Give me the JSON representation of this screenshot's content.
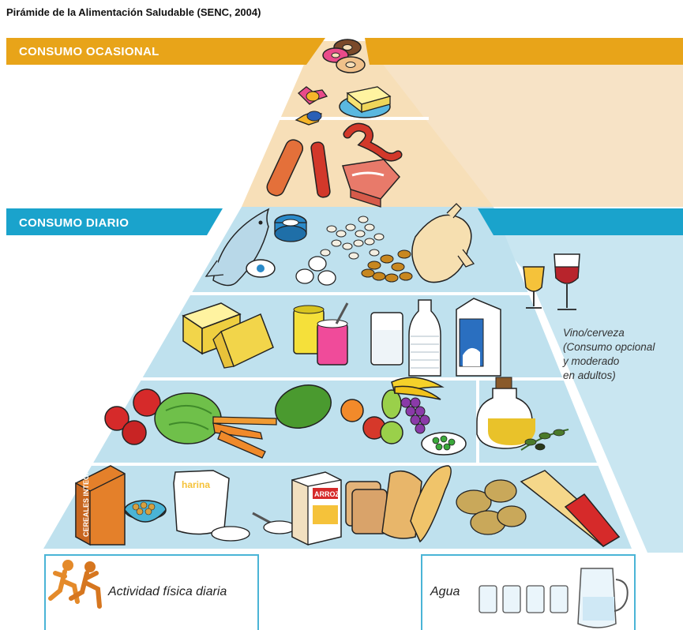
{
  "title": "Pirámide de la Alimentación Saludable (SENC, 2004)",
  "bands": {
    "occasional_label": "CONSUMO OCASIONAL",
    "daily_label": "CONSUMO DIARIO"
  },
  "packaging": {
    "cereals_box_label": "CEREALES INTEGRALES",
    "flour_bag_label": "harina",
    "rice_box_label": "ARROZ"
  },
  "wine": {
    "lines": [
      "Vino/cerveza",
      "(Consumo opcional",
      "y moderado",
      "en adultos)"
    ]
  },
  "activity": {
    "label": "Actividad física diaria"
  },
  "water": {
    "label": "Agua"
  },
  "colors": {
    "occasional_band": "#e8a419",
    "occasional_bg": "#f7e3c6",
    "daily_band": "#1aa3cc",
    "daily_bg": "#c5e4f0",
    "wine_panel": "#c9e6f1",
    "box_border": "#4ab4d6"
  }
}
